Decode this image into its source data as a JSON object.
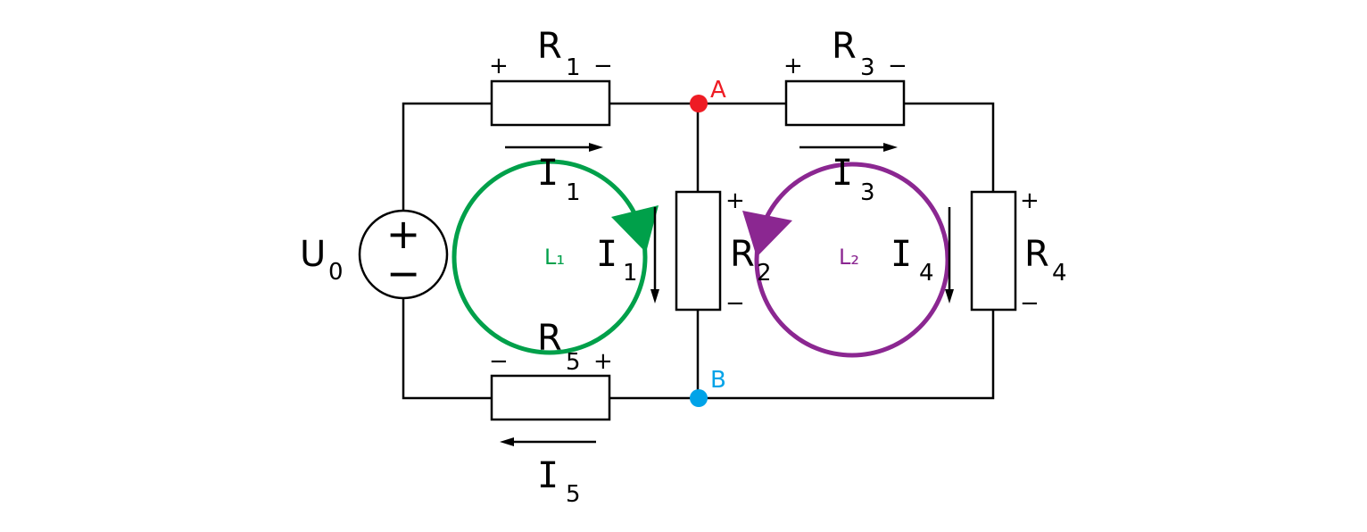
{
  "source": {
    "name": "U",
    "sub": "0",
    "plus": "+",
    "minus": "−"
  },
  "resistors": {
    "r1": {
      "name": "R",
      "sub": "1",
      "plus": "+",
      "minus": "−"
    },
    "r2": {
      "name": "R",
      "sub": "2",
      "plus": "+",
      "minus": "−"
    },
    "r3": {
      "name": "R",
      "sub": "3",
      "plus": "+",
      "minus": "−"
    },
    "r4": {
      "name": "R",
      "sub": "4",
      "plus": "+",
      "minus": "−"
    },
    "r5": {
      "name": "R",
      "sub": "5",
      "plus": "+",
      "minus": "−"
    }
  },
  "currents": {
    "i1_top": {
      "name": "I",
      "sub": "1"
    },
    "i1_mid": {
      "name": "I",
      "sub": "1"
    },
    "i3": {
      "name": "I",
      "sub": "3"
    },
    "i4": {
      "name": "I",
      "sub": "4"
    },
    "i5": {
      "name": "I",
      "sub": "5"
    }
  },
  "nodes": {
    "a": {
      "label": "A",
      "color": "#ee1c24"
    },
    "b": {
      "label": "B",
      "color": "#00a3e8"
    }
  },
  "loops": {
    "l1": {
      "label": "L₁",
      "color": "#00a04a"
    },
    "l2": {
      "label": "L₂",
      "color": "#8b2791"
    }
  }
}
